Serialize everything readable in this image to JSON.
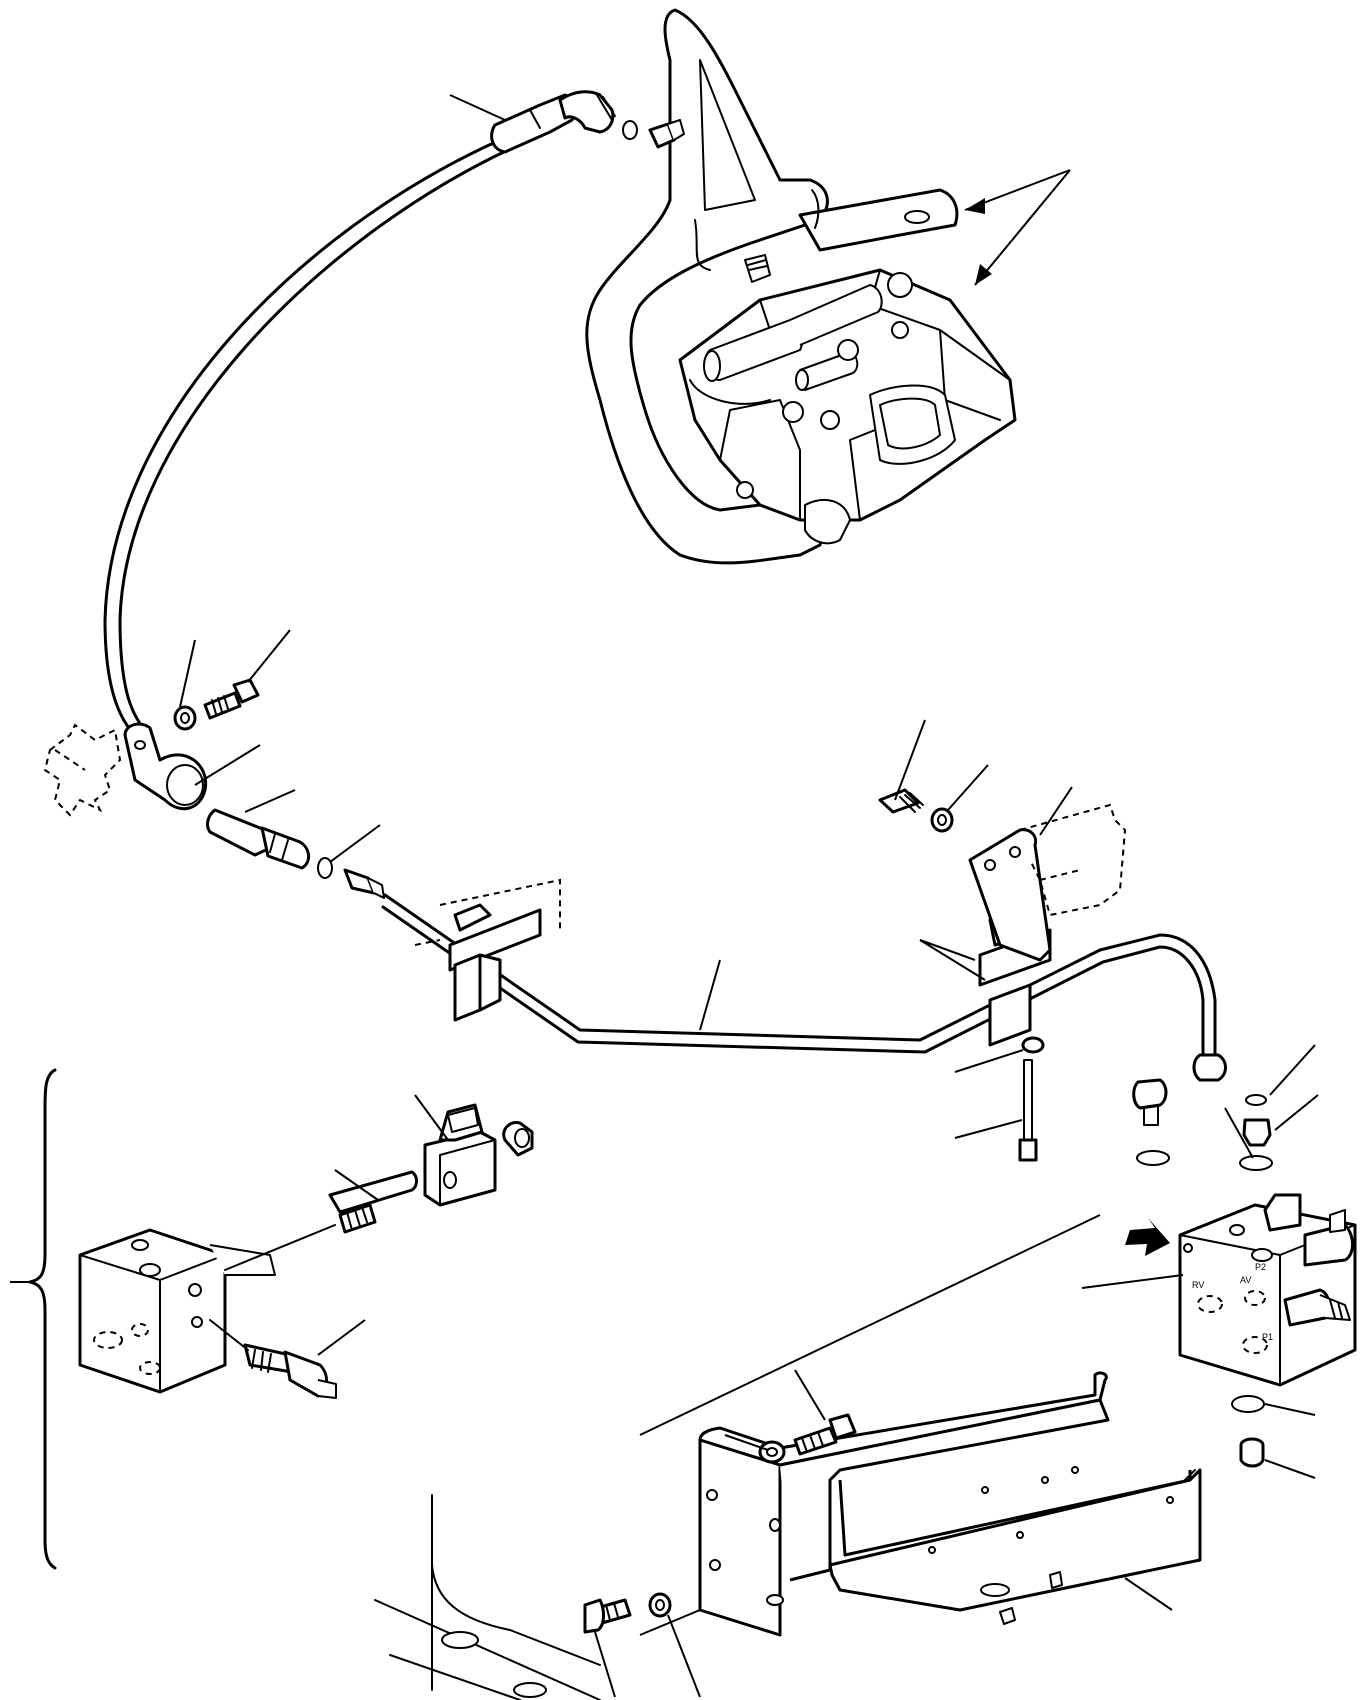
{
  "figure": {
    "valve_block_port_labels": [
      "P2",
      "RV",
      "AV",
      "P1"
    ]
  }
}
